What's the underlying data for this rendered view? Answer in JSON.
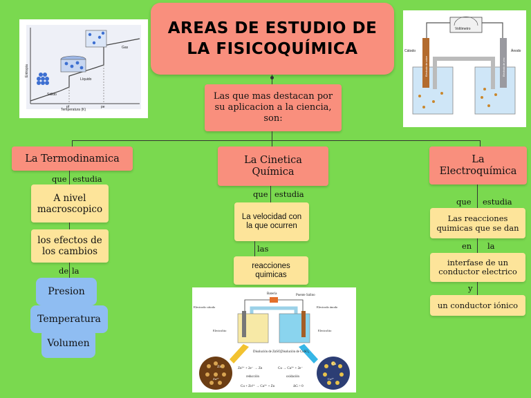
{
  "title": {
    "line1": "AREAS DE ESTUDIO DE",
    "line2": "LA FISICOQUÍMICA"
  },
  "intro": "Las que mas destacan por su aplicacion  a la ciencia, son:",
  "branches": {
    "termo": {
      "title": "La Termodinamica",
      "conn1a": "que",
      "conn1b": "estudia",
      "box1": "A nivel macroscopico",
      "box2": "los efectos de los cambios",
      "conn2a": "de",
      "conn2b": "la",
      "states": [
        "Presion",
        "Temperatura",
        "Volumen"
      ]
    },
    "cinetica": {
      "title": "La Cinetica Química",
      "conn1a": "que",
      "conn1b": "estudia",
      "box1": "La velocidad con la que ocurren",
      "conn2": "las",
      "box2": "reacciones quimicas"
    },
    "electro": {
      "title": "La Electroquímica",
      "conn1a": "que",
      "conn1b": "estudia",
      "box1": "Las reacciones quimicas que se dan",
      "conn2a": "en",
      "conn2b": "la",
      "box2": "interfase de un conductor electrico",
      "conn3": "y",
      "box3": "un conductor iónico"
    }
  },
  "figures": {
    "entropy": {
      "ylabel": "Entropía",
      "xlabel": "Temperatura (K)",
      "labels": [
        "Sólido",
        "Líquido",
        "Gas"
      ],
      "ticks": [
        "pf",
        "pe"
      ]
    },
    "cell": {
      "meter": "Voltímetro",
      "left": "Cátodo",
      "right": "Ánodo",
      "plate_left": "Electrodo de cobre",
      "plate_right": "Electrodo de zinc"
    },
    "battery": {
      "top": "Batería",
      "bridge": "Puente Salino",
      "el_left": "Electrodo cátodo",
      "el_right": "Electrodo ánodo",
      "electrolyte": "Electrolito",
      "sol_left": "Disolución de ZnSO₄",
      "sol_right": "Disolución de CuSO₄",
      "metal_left": "Zn",
      "metal_right": "Cu",
      "ion_left": "Zn²⁺",
      "ion_right": "Cu²⁺",
      "eq_left": "Zn²⁺ + 2e⁻ → Zn",
      "eq_right": "Cu → Cu²⁺ + 2e⁻",
      "lbl_left": "reducción",
      "lbl_right": "oxidación",
      "eq_total": "Cu + Zn²⁺ → Cu²⁺ + Zn",
      "delta": "ΔG > 0"
    }
  },
  "colors": {
    "background": "#7ad94f",
    "primary_box": "#f98f7d",
    "secondary_box": "#fde49a",
    "state_box": "#8fbdf2"
  }
}
